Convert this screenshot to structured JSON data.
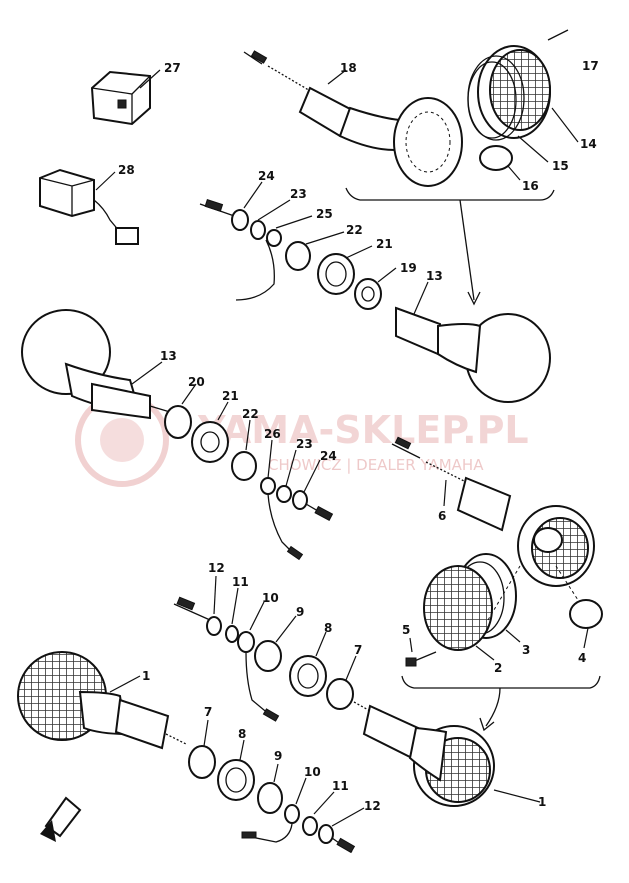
{
  "diagram": {
    "callouts": {
      "n27": "27",
      "n28": "28",
      "n18": "18",
      "n17": "17",
      "n14": "14",
      "n15": "15",
      "n16": "16",
      "n24a": "24",
      "n23a": "23",
      "n25": "25",
      "n22a": "22",
      "n21a": "21",
      "n19": "19",
      "n13a": "13",
      "n13b": "13",
      "n20": "20",
      "n21b": "21",
      "n22b": "22",
      "n26": "26",
      "n23b": "23",
      "n24b": "24",
      "n6": "6",
      "n12a": "12",
      "n11a": "11",
      "n10a": "10",
      "n9a": "9",
      "n8a": "8",
      "n7a": "7",
      "n5": "5",
      "n2": "2",
      "n3": "3",
      "n4": "4",
      "n1a": "1",
      "n7b": "7",
      "n8b": "8",
      "n9b": "9",
      "n10b": "10",
      "n11b": "11",
      "n12b": "12",
      "n1b": "1"
    },
    "watermark": {
      "brand": "YAMA-SKLEP.PL",
      "tagline": "CHOWICZ | DEALER YAMAHA",
      "color": "#e8b3b3"
    },
    "front_mark_color": "#111111"
  }
}
